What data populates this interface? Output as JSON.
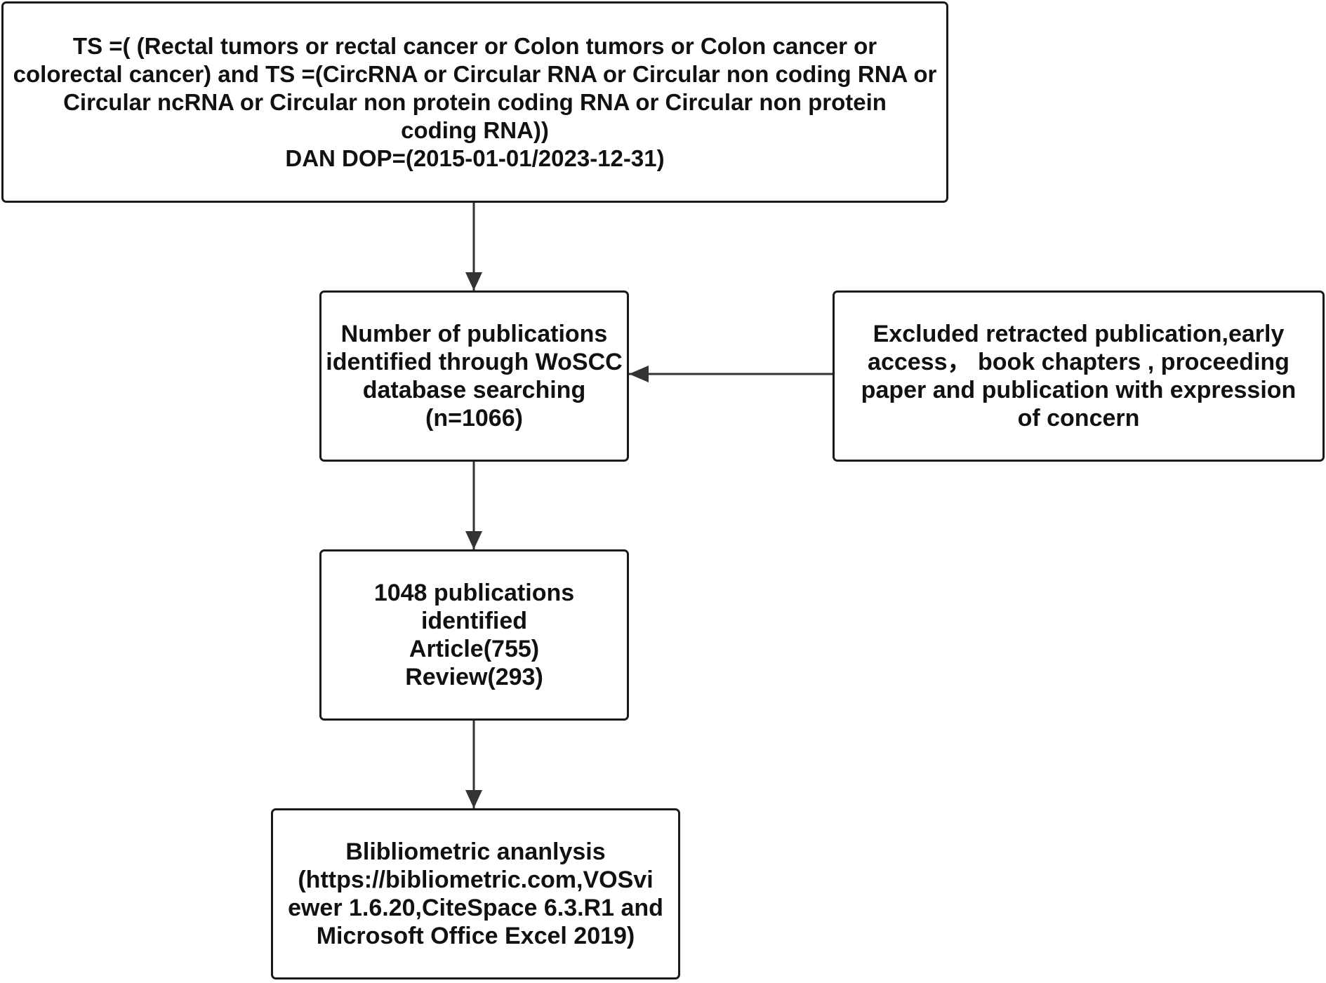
{
  "diagram": {
    "nodes": [
      {
        "id": "search-query",
        "lines": [
          "TS =( (Rectal tumors or rectal cancer or Colon tumors or Colon cancer or",
          "colorectal cancer) and TS =(CircRNA or Circular RNA or Circular non coding RNA or",
          "Circular ncRNA or Circular non protein coding RNA or Circular non protein",
          "coding RNA))",
          "DAN DOP=(2015-01-01/2023-12-31)"
        ]
      },
      {
        "id": "identified",
        "lines": [
          "Number of publications",
          "identified through WoSCC",
          "database searching",
          "(n=1066)"
        ]
      },
      {
        "id": "excluded",
        "lines": [
          "Excluded retracted publication,early",
          "access， book chapters , proceeding",
          "paper and publication with expression",
          "of concern"
        ]
      },
      {
        "id": "included",
        "lines": [
          "1048 publications",
          "identified",
          "Article(755)",
          "Review(293)"
        ]
      },
      {
        "id": "analysis",
        "lines": [
          "Blibliometric ananlysis",
          "(https://bibliometric.com,VOSvi",
          "ewer 1.6.20,CiteSpace 6.3.R1 and",
          "Microsoft Office Excel 2019)"
        ]
      }
    ],
    "edges": [
      {
        "from": "search-query",
        "to": "identified"
      },
      {
        "from": "excluded",
        "to": "identified"
      },
      {
        "from": "identified",
        "to": "included"
      },
      {
        "from": "included",
        "to": "analysis"
      }
    ]
  }
}
